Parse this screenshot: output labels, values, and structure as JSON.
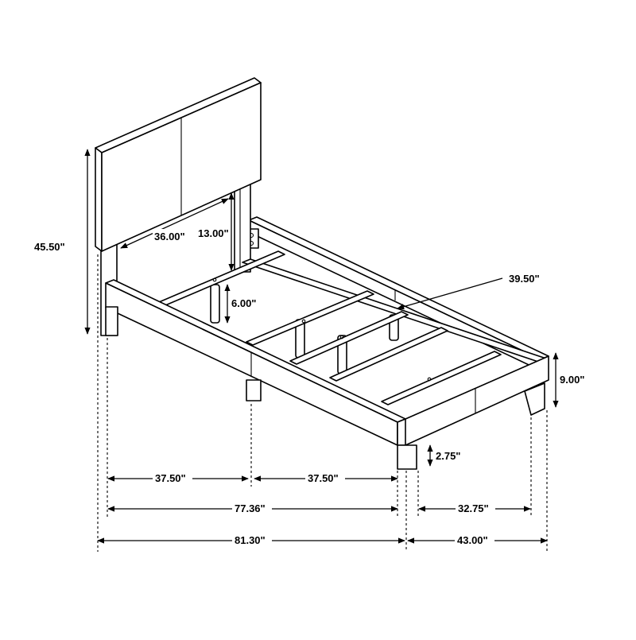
{
  "dimensions": {
    "headboard_height": "45.50\"",
    "headboard_width": "36.00\"",
    "headboard_clearance": "13.00\"",
    "center_support_height": "6.00\"",
    "side_rail_length": "39.50\"",
    "footboard_height": "9.00\"",
    "leg_height": "2.75\"",
    "rail_segment_left": "37.50\"",
    "rail_segment_right": "37.50\"",
    "inner_length": "77.36\"",
    "overall_length": "81.30\"",
    "inner_width": "32.75\"",
    "overall_width": "43.00\""
  }
}
